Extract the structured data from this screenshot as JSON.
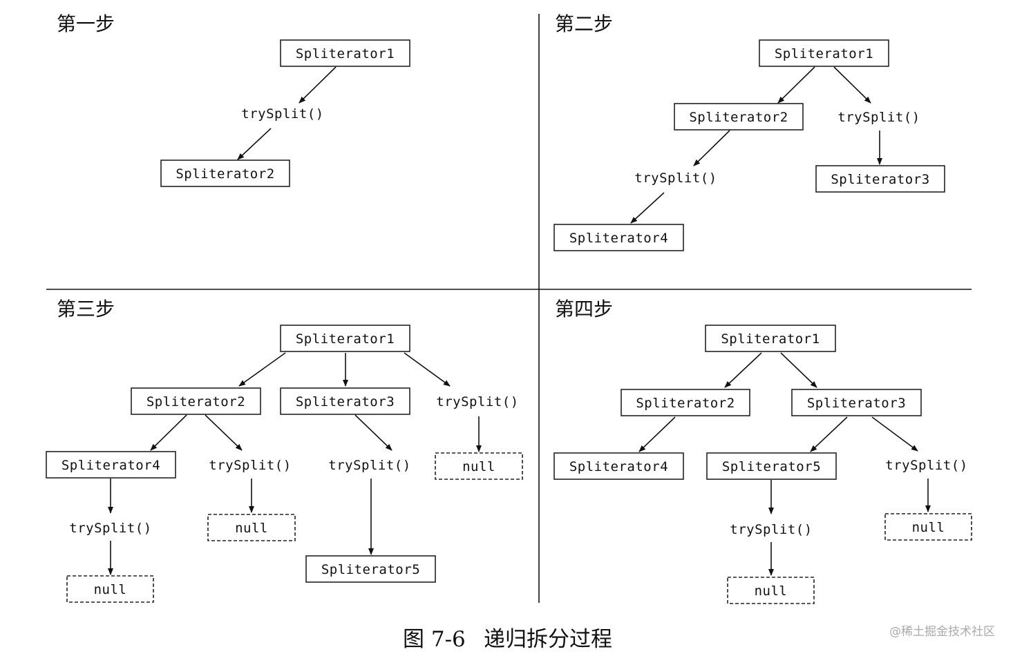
{
  "steps": {
    "step1": {
      "title": "第一步"
    },
    "step2": {
      "title": "第二步"
    },
    "step3": {
      "title": "第三步"
    },
    "step4": {
      "title": "第四步"
    }
  },
  "labels": {
    "spliterator1": "Spliterator1",
    "spliterator2": "Spliterator2",
    "spliterator3": "Spliterator3",
    "spliterator4": "Spliterator4",
    "spliterator5": "Spliterator5",
    "try_split": "trySplit()",
    "null": "null"
  },
  "caption": {
    "figure_number": "图 7-6",
    "title": "递归拆分过程"
  },
  "watermark": "@稀土掘金技术社区"
}
